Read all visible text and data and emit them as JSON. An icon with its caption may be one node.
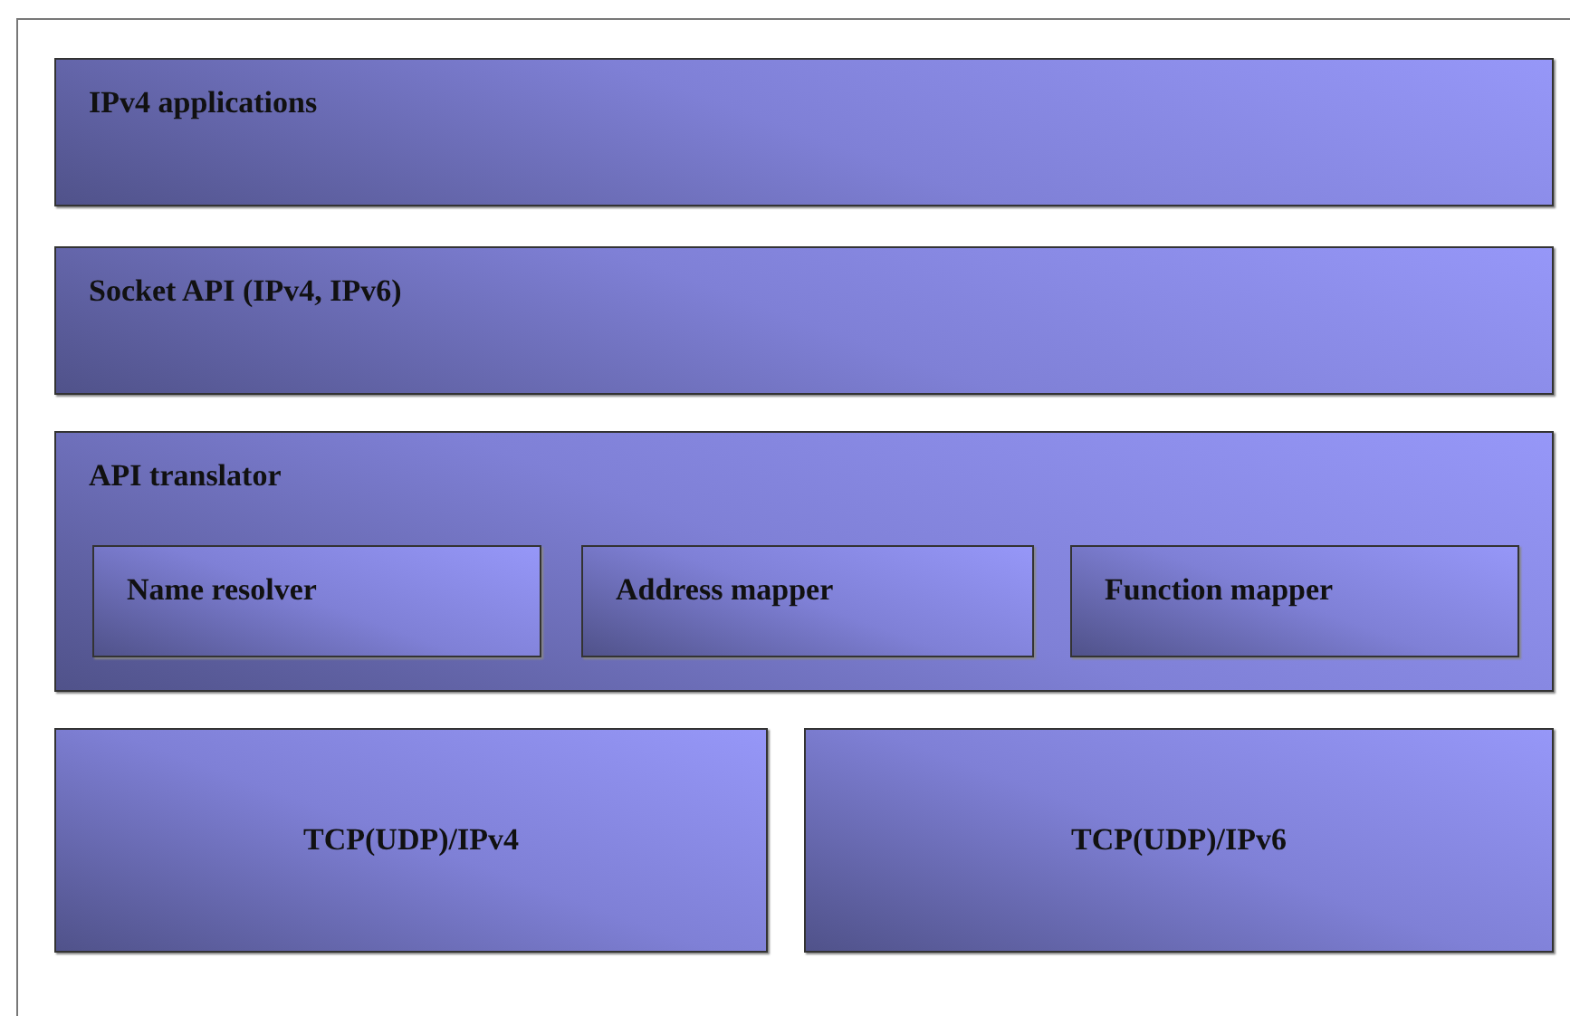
{
  "diagram": {
    "nodes": [
      {
        "text": [
          "IPv4 applications"
        ]
      },
      {
        "text": [
          "Socket API (IPv4, IPv6)"
        ]
      },
      {
        "text": [
          "API translator"
        ]
      },
      {
        "text": [
          "Name resolver"
        ],
        "in": 2
      },
      {
        "text": [
          "Address mapper"
        ],
        "in": 2
      },
      {
        "text": [
          "Function mapper"
        ],
        "in": 2
      },
      {
        "text": [
          "TCP(UDP)/IPv4"
        ]
      },
      {
        "text": [
          "TCP(UDP)/IPv6"
        ]
      }
    ]
  }
}
